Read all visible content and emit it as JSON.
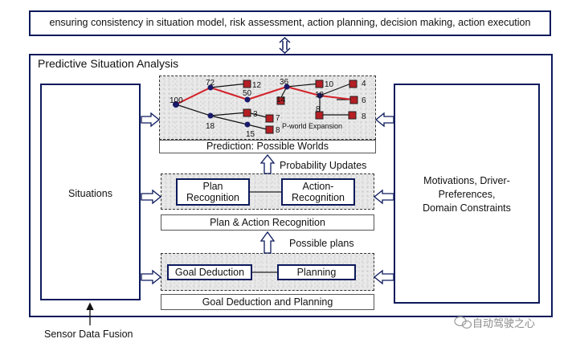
{
  "top_bar": {
    "text": "ensuring consistency in situation model, risk assessment, action planning, decision making, action execution"
  },
  "main_frame": {
    "title": "Predictive Situation Analysis"
  },
  "left_panel": {
    "label": "Situations"
  },
  "right_panel": {
    "lines": [
      "Motivations, Driver-",
      "Preferences,",
      "Domain Constraints"
    ]
  },
  "prediction": {
    "caption": "Prediction: Possible Worlds",
    "expansion_label": "P-world Expansion",
    "node_values": [
      "100",
      "72",
      "12",
      "50",
      "36",
      "10",
      "4",
      "14",
      "18",
      "6",
      "3",
      "7",
      "8",
      "15",
      "8",
      "18",
      "8"
    ]
  },
  "recognition": {
    "caption": "Plan & Action Recognition",
    "plan_box": [
      "Plan",
      "Recognition"
    ],
    "action_box": [
      "Action-",
      "Recognition"
    ]
  },
  "goal": {
    "caption": "Goal Deduction and Planning",
    "deduction_box": "Goal Deduction",
    "planning_box": "Planning"
  },
  "arrows": {
    "probability_updates": "Probability Updates",
    "possible_plans": "Possible plans"
  },
  "footer": {
    "sensor": "Sensor Data Fusion",
    "watermark": "自动驾驶之心"
  }
}
